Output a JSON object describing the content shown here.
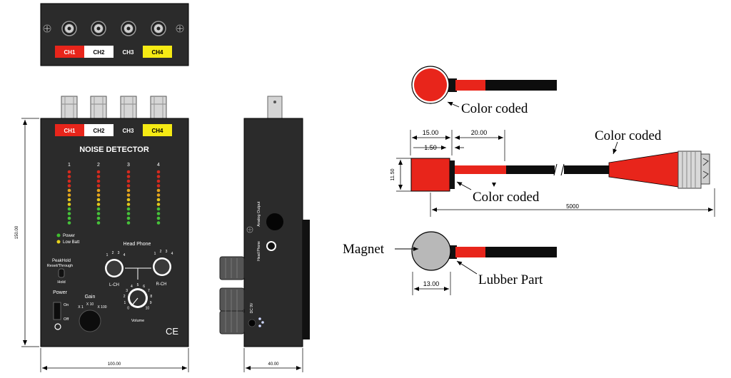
{
  "top_panel": {
    "channels": [
      {
        "label": "CH1",
        "color": "#e8251b",
        "text_color": "#ffffff"
      },
      {
        "label": "CH2",
        "color": "#ffffff",
        "text_color": "#000000"
      },
      {
        "label": "CH3",
        "color": "#2b2b2b",
        "text_color": "#ffffff"
      },
      {
        "label": "CH4",
        "color": "#f5ea14",
        "text_color": "#000000"
      }
    ]
  },
  "front": {
    "title": "NOISE DETECTOR",
    "channel_numbers": [
      "1",
      "2",
      "3",
      "4"
    ],
    "power_led_label": "Power",
    "low_batt_label": "Low Batt",
    "head_phone_label": "Head Phone",
    "peak_hold_label": "PeakHold",
    "reset_through_label": "Reset/Through",
    "hold_label": "Hold",
    "power_label": "Power",
    "on_label": "On",
    "off_label": "Off",
    "gain_label": "Gain",
    "gain_x1": "X 1",
    "gain_x10": "X 10",
    "gain_x100": "X 100",
    "l_ch_label": "L-CH",
    "r_ch_label": "R-CH",
    "volume_label": "Volume",
    "selector_numbers": [
      "1",
      "2",
      "3",
      "4"
    ],
    "volume_scale": [
      "0",
      "1",
      "2",
      "3",
      "4",
      "5",
      "6",
      "7",
      "8",
      "9",
      "10"
    ],
    "ce_mark": "CE",
    "dim_height": "150.00",
    "dim_width": "100.00"
  },
  "side": {
    "analog_output_label": "Analog Output",
    "head_phone_label": "Head Phone",
    "dc_label": "DC 9V",
    "dim_depth": "40.00"
  },
  "sensor": {
    "color_coded_1": "Color coded",
    "color_coded_2": "Color coded",
    "color_coded_3": "Color coded",
    "dim_15": "15.00",
    "dim_1_5": "1.50",
    "dim_20": "20.00",
    "dim_11_5": "11.50",
    "dim_5000": "5000",
    "magnet_label": "Magnet",
    "lubber_label": "Lubber Part",
    "dim_13": "13.00",
    "accent_color": "#e8251b"
  }
}
